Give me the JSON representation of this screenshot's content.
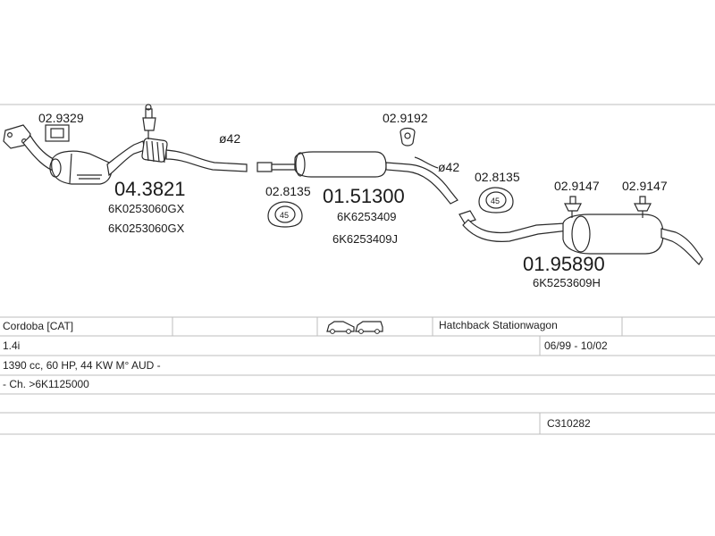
{
  "parts": {
    "catalyst_gasket": "02.9329",
    "catalyst": {
      "code": "04.3821",
      "refs": [
        "6K0253060GX",
        "6K0253060GX"
      ]
    },
    "diameter_front": "ø42",
    "front_clamp": "02.8135",
    "front_clamp_size": "45",
    "middle": {
      "code": "01.51300",
      "refs": [
        "6K6253409",
        "6K6253409J"
      ]
    },
    "middle_gasket": "02.9192",
    "diameter_mid": "ø42",
    "rear_clamp": "02.8135",
    "rear_clamp_size": "45",
    "hanger_1": "02.9147",
    "hanger_2": "02.9147",
    "rear": {
      "code": "01.95890",
      "refs": [
        "6K5253609H"
      ]
    }
  },
  "table": {
    "model": "Cordoba  [CAT]",
    "body_types": "Hatchback Stationwagon",
    "engine": "1.4i",
    "years": "06/99 - 10/02",
    "specs": "1390 cc, 60 HP, 44 KW M° AUD -",
    "chassis": "- Ch. >6K1125000",
    "catalog_code": "C310282"
  }
}
